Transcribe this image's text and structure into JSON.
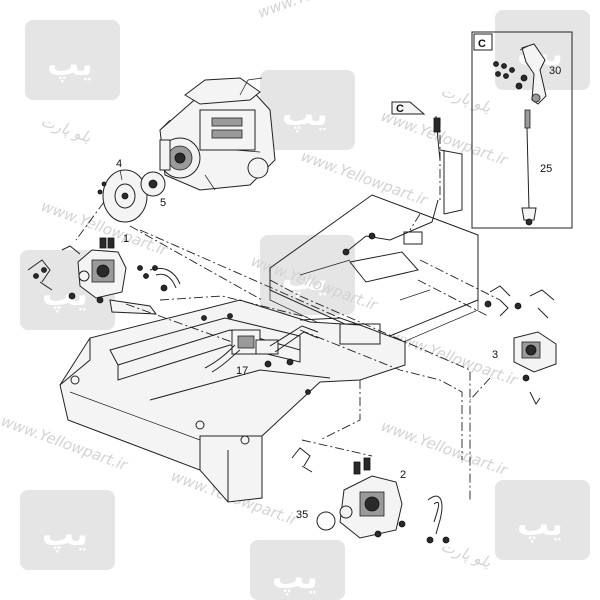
{
  "parts": {
    "p1": "1",
    "p2": "2",
    "p3": "3",
    "p4": "4",
    "p5": "5",
    "p17": "17",
    "p25": "25",
    "p30": "30",
    "p35": "35"
  },
  "callouts": {
    "detail_box": "C",
    "pointer": "C"
  },
  "watermark": {
    "site": "www.Yellowpart.ir",
    "logo": "یپ",
    "brand": "یلو پارت"
  },
  "colors": {
    "line": "#222222",
    "watermark": "#d9d9d9"
  }
}
